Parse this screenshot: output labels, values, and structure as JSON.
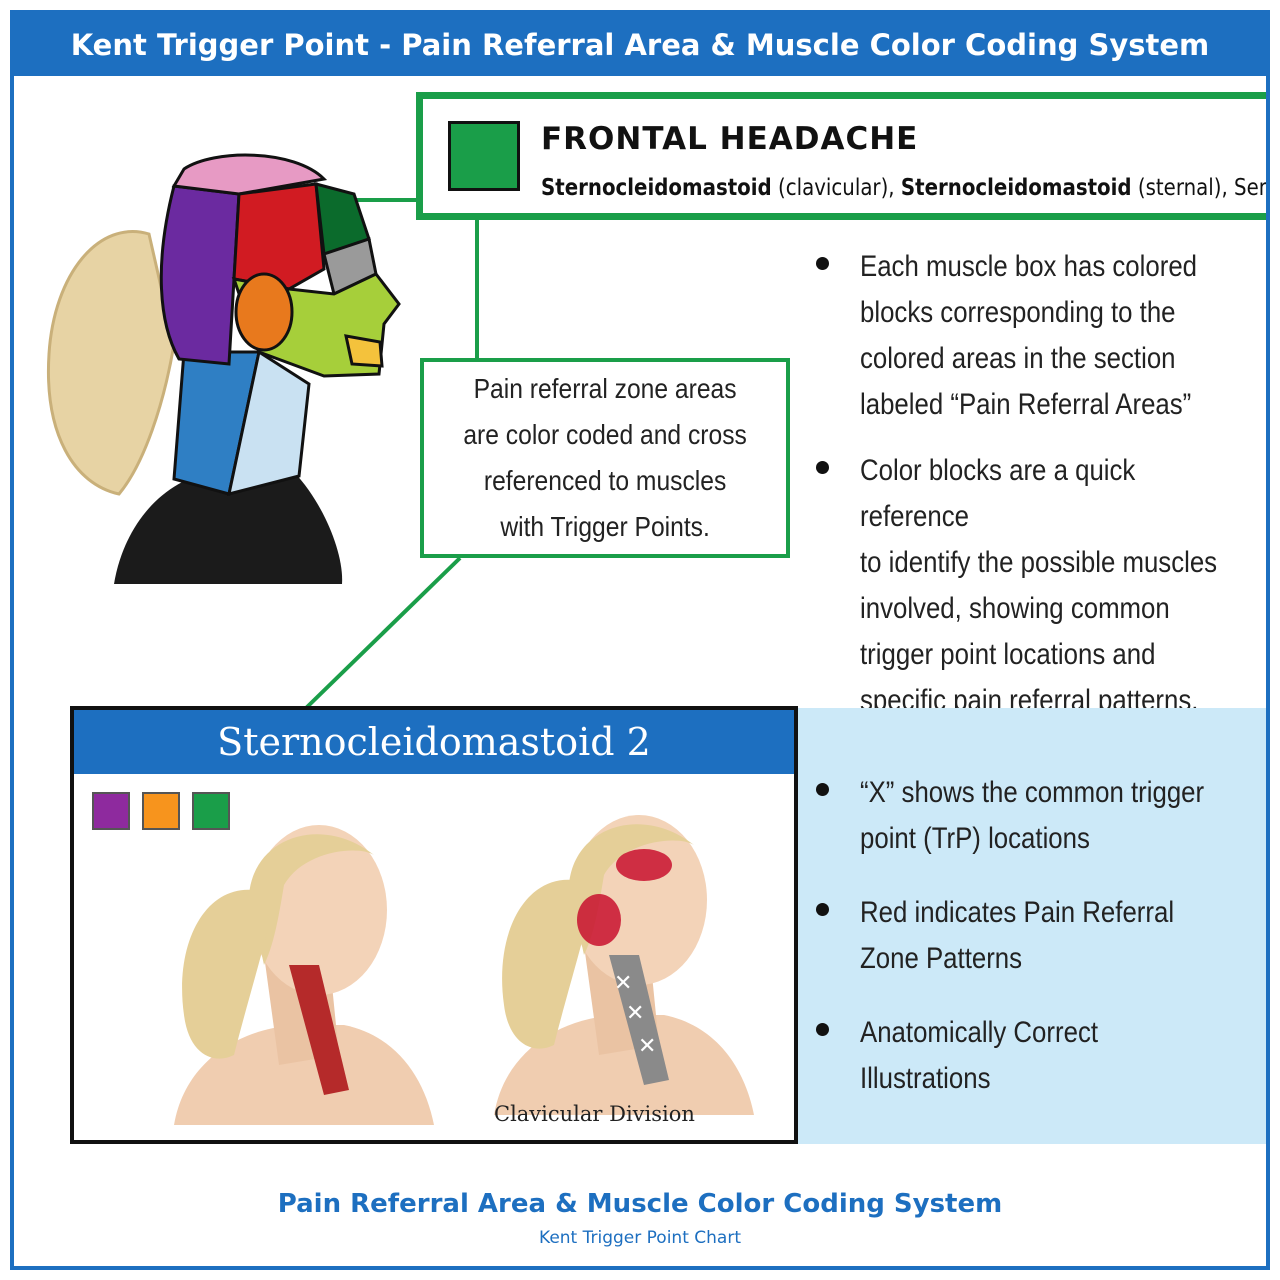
{
  "header": {
    "title": "Kent Trigger Point - Pain Referral Area & Muscle Color Coding System"
  },
  "frontal_box": {
    "title": "FRONTAL HEADACHE",
    "muscle1": "Sternocleidomastoid",
    "muscle1_note": " (clavicular), ",
    "muscle2": "Sternocleidomastoid",
    "muscle2_note": " (sternal), ",
    "muscle3_partial": "Sem",
    "color": "#1a9e49"
  },
  "zone_note": "Pain referral zone areas\nare color coded and cross\nreferenced to muscles\nwith Trigger Points.",
  "bullets_top": [
    "Each muscle box has colored\nblocks corresponding to the\ncolored areas in the section\nlabeled “Pain Referral Areas”",
    "Color blocks are a quick reference\nto identify the possible muscles\ninvolved, showing common\ntrigger point locations and\nspecific pain referral patterns."
  ],
  "muscle_box": {
    "title": "Sternocleidomastoid 2",
    "swatches": [
      "#8e2a9e",
      "#f7941d",
      "#1a9e49"
    ],
    "caption": "Clavicular Division"
  },
  "bullets_bottom": [
    "“X” shows the common trigger\npoint (TrP) locations",
    "Red indicates Pain Referral\nZone Patterns",
    "Anatomically Correct Illustrations"
  ],
  "footer": {
    "title": "Pain Referral Area & Muscle Color Coding System",
    "subtitle": "Kent Trigger Point Chart"
  },
  "colors": {
    "brand_blue": "#1d6fc0",
    "green": "#1a9e49",
    "light_panel": "#cce9f8"
  }
}
